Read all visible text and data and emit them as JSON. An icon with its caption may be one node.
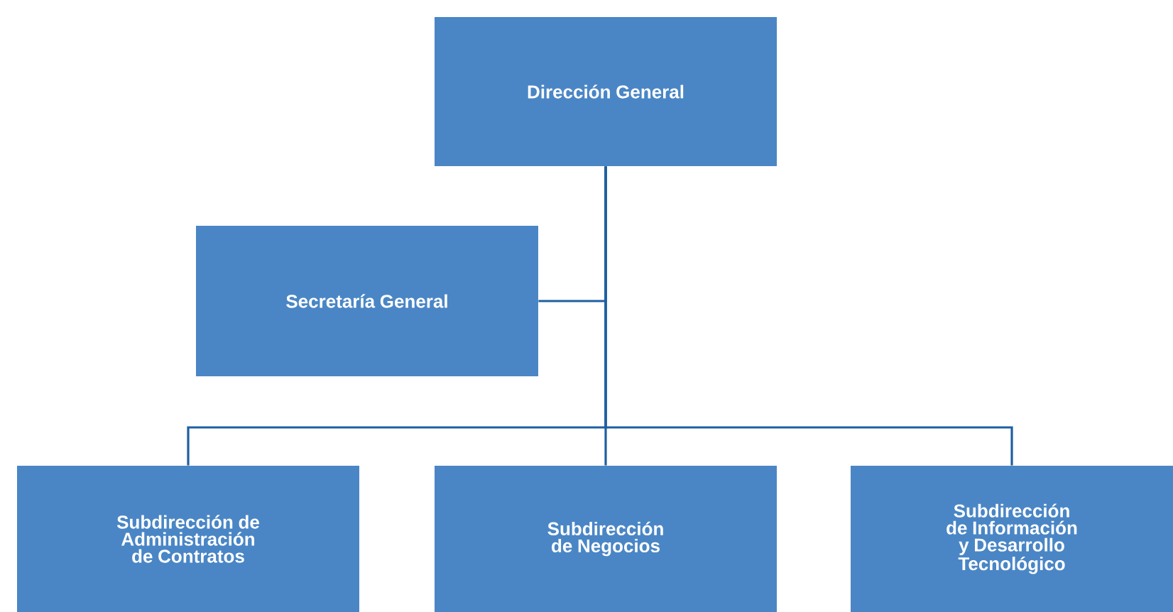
{
  "diagram": {
    "nodes": [
      {
        "text": [
          "Dirección General"
        ]
      },
      {
        "text": [
          "Secretaría General"
        ]
      },
      {
        "text": [
          "Subdirección de Administración de Contratos"
        ]
      },
      {
        "text": [
          "Subdirección de Negocios"
        ]
      },
      {
        "text": [
          "Subdirección de Información y Desarrollo Tecnológico"
        ]
      }
    ],
    "edges": [
      {
        "from": 0,
        "to": 1,
        "arrow": "none"
      },
      {
        "from": 0,
        "to": 2,
        "arrow": "none"
      },
      {
        "from": 0,
        "to": 3,
        "arrow": "none"
      },
      {
        "from": 0,
        "to": 4,
        "arrow": "none"
      }
    ]
  }
}
